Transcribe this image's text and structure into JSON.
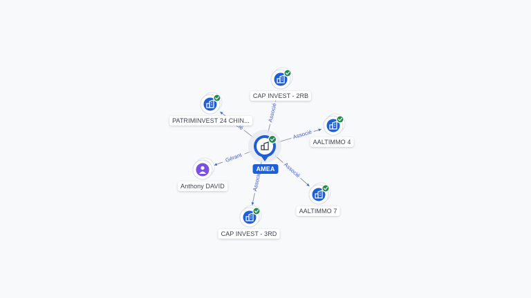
{
  "graph": {
    "center": {
      "id": "amea",
      "label": "AMEA",
      "icon": "company-icon",
      "verified": true
    },
    "nodes": [
      {
        "id": "cap2rb",
        "label": "CAP INVEST - 2RB",
        "icon": "building-icon",
        "verified": true
      },
      {
        "id": "patri",
        "label": "PATRIMINVEST 24 CHIN...",
        "icon": "building-icon",
        "verified": true
      },
      {
        "id": "aalt4",
        "label": "AALTIMMO 4",
        "icon": "building-icon",
        "verified": true
      },
      {
        "id": "anthony",
        "label": "Anthony DAVID",
        "icon": "person-icon",
        "verified": false
      },
      {
        "id": "aalt7",
        "label": "AALTIMMO 7",
        "icon": "building-icon",
        "verified": true
      },
      {
        "id": "cap3rd",
        "label": "CAP INVEST - 3RD",
        "icon": "building-icon",
        "verified": true
      }
    ],
    "edges": [
      {
        "target": "cap2rb",
        "label": "Associé"
      },
      {
        "target": "patri",
        "label": "Associé"
      },
      {
        "target": "aalt4",
        "label": "Associé"
      },
      {
        "target": "anthony",
        "label": "Gérant"
      },
      {
        "target": "aalt7",
        "label": "Associé"
      },
      {
        "target": "cap3rd",
        "label": "Associé"
      }
    ]
  },
  "colors": {
    "company": "#1f5fd6",
    "person": "#7b4fe0",
    "verified": "#1f8a4c",
    "edge": "#8d95a8",
    "edge_label": "#4a63d4"
  }
}
